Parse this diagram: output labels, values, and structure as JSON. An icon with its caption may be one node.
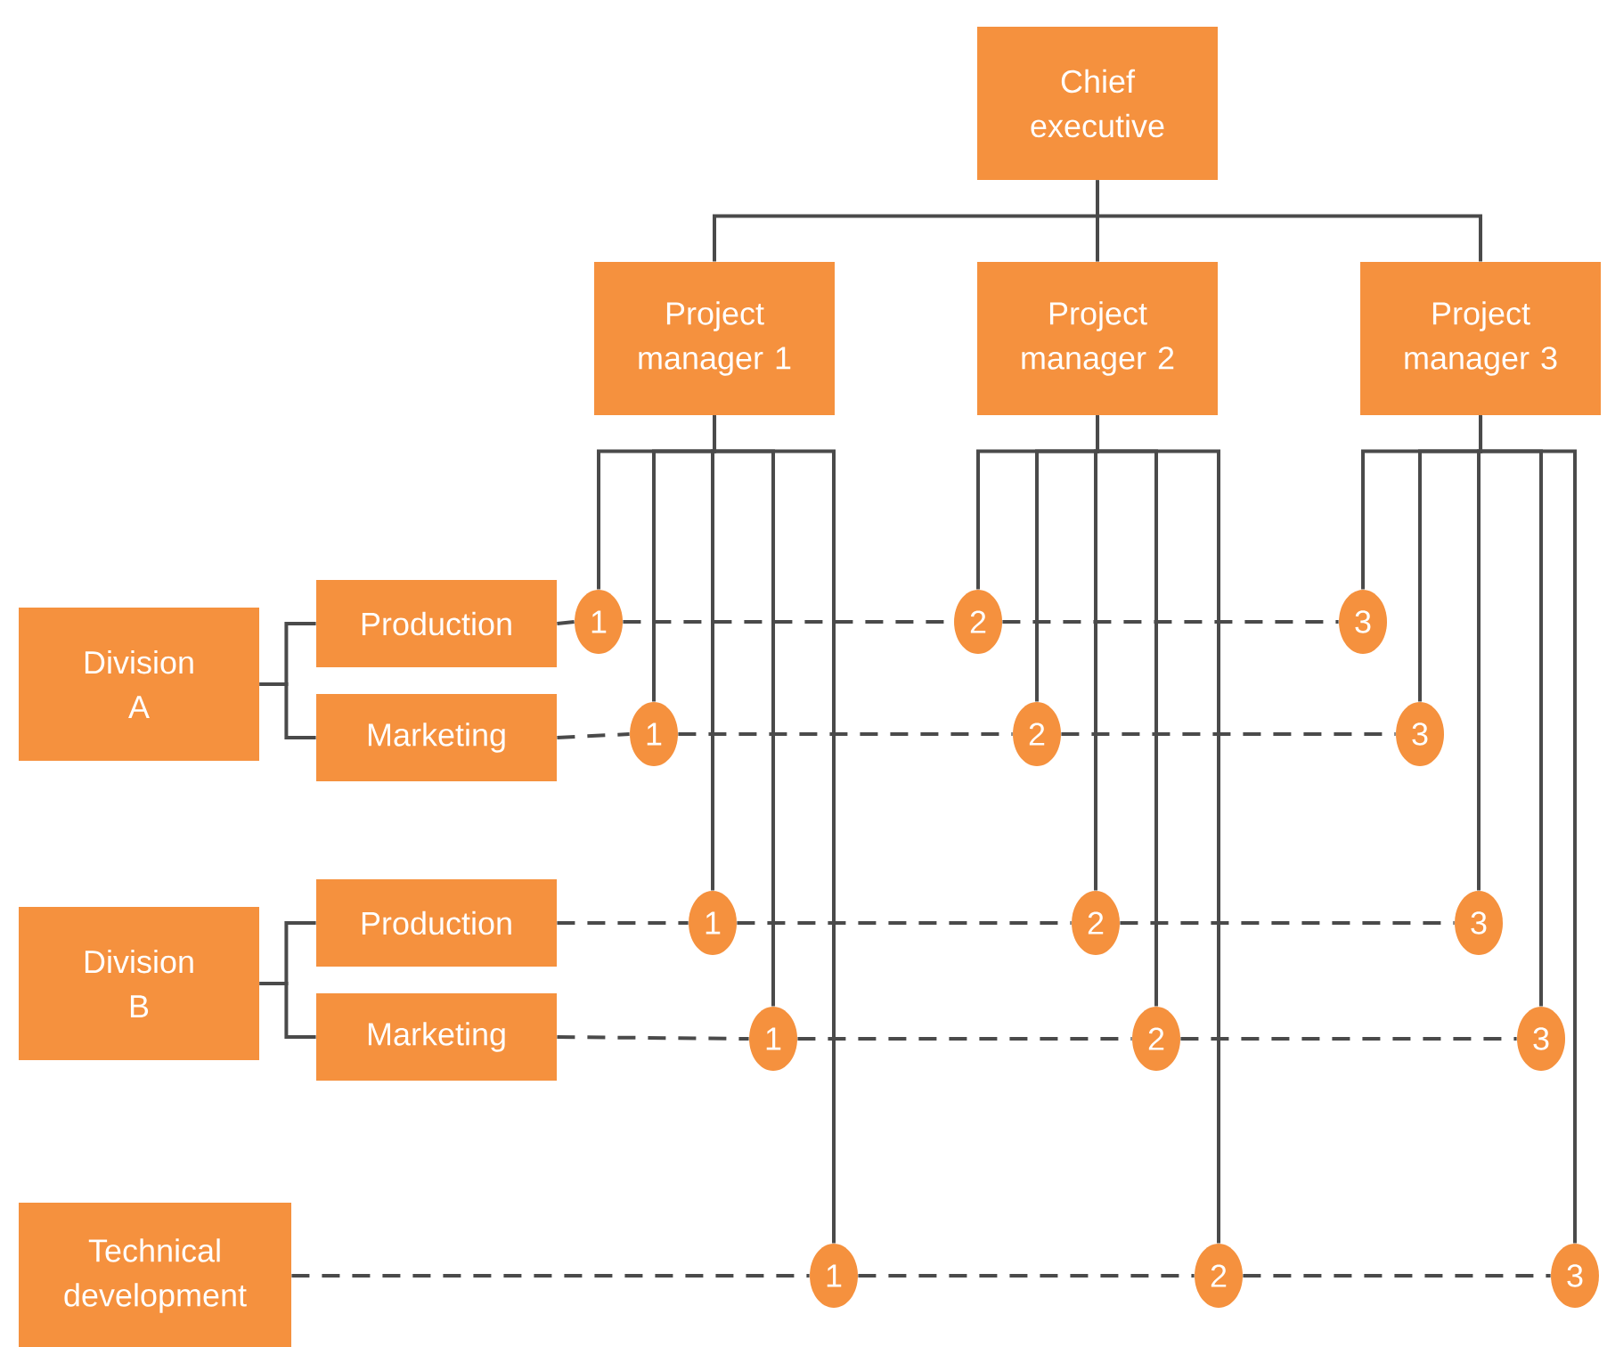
{
  "diagram": {
    "nodes": [
      {
        "text": [
          "Chief executive"
        ]
      },
      {
        "text": [
          "Project manager 1"
        ]
      },
      {
        "text": [
          "Project manager 2"
        ]
      },
      {
        "text": [
          "Project manager 3"
        ]
      },
      {
        "text": [
          "Division A"
        ]
      },
      {
        "text": [
          "Production"
        ]
      },
      {
        "text": [
          "Marketing"
        ]
      },
      {
        "text": [
          "Division B"
        ]
      },
      {
        "text": [
          "Production"
        ]
      },
      {
        "text": [
          "Marketing"
        ]
      },
      {
        "text": [
          "Technical development"
        ]
      },
      {
        "text": [
          "1"
        ]
      },
      {
        "text": [
          "2"
        ]
      },
      {
        "text": [
          "3"
        ]
      },
      {
        "text": [
          "1"
        ]
      },
      {
        "text": [
          "2"
        ]
      },
      {
        "text": [
          "3"
        ]
      },
      {
        "text": [
          "1"
        ]
      },
      {
        "text": [
          "2"
        ]
      },
      {
        "text": [
          "3"
        ]
      },
      {
        "text": [
          "1"
        ]
      },
      {
        "text": [
          "2"
        ]
      },
      {
        "text": [
          "3"
        ]
      },
      {
        "text": [
          "1"
        ]
      },
      {
        "text": [
          "2"
        ]
      },
      {
        "text": [
          "3"
        ]
      }
    ],
    "edges": [
      {
        "from": 0,
        "to": 1,
        "arrow": "none"
      },
      {
        "from": 0,
        "to": 2,
        "arrow": "none"
      },
      {
        "from": 0,
        "to": 3,
        "arrow": "none"
      },
      {
        "from": 1,
        "to": 11,
        "arrow": "none"
      },
      {
        "from": 1,
        "to": 14,
        "arrow": "none"
      },
      {
        "from": 1,
        "to": 17,
        "arrow": "none"
      },
      {
        "from": 1,
        "to": 20,
        "arrow": "none"
      },
      {
        "from": 1,
        "to": 23,
        "arrow": "none"
      },
      {
        "from": 2,
        "to": 12,
        "arrow": "none"
      },
      {
        "from": 2,
        "to": 15,
        "arrow": "none"
      },
      {
        "from": 2,
        "to": 18,
        "arrow": "none"
      },
      {
        "from": 2,
        "to": 21,
        "arrow": "none"
      },
      {
        "from": 2,
        "to": 24,
        "arrow": "none"
      },
      {
        "from": 3,
        "to": 13,
        "arrow": "none"
      },
      {
        "from": 3,
        "to": 16,
        "arrow": "none"
      },
      {
        "from": 3,
        "to": 19,
        "arrow": "none"
      },
      {
        "from": 3,
        "to": 22,
        "arrow": "none"
      },
      {
        "from": 3,
        "to": 25,
        "arrow": "none"
      },
      {
        "from": 4,
        "to": 5,
        "arrow": "none"
      },
      {
        "from": 4,
        "to": 6,
        "arrow": "none"
      },
      {
        "from": 7,
        "to": 8,
        "arrow": "none"
      },
      {
        "from": 7,
        "to": 9,
        "arrow": "none"
      },
      {
        "from": 5,
        "to": 11,
        "arrow": "none",
        "style": "dashed"
      },
      {
        "from": 11,
        "to": 12,
        "arrow": "none",
        "style": "dashed"
      },
      {
        "from": 12,
        "to": 13,
        "arrow": "none",
        "style": "dashed"
      },
      {
        "from": 6,
        "to": 14,
        "arrow": "none",
        "style": "dashed"
      },
      {
        "from": 14,
        "to": 15,
        "arrow": "none",
        "style": "dashed"
      },
      {
        "from": 15,
        "to": 16,
        "arrow": "none",
        "style": "dashed"
      },
      {
        "from": 8,
        "to": 17,
        "arrow": "none",
        "style": "dashed"
      },
      {
        "from": 17,
        "to": 18,
        "arrow": "none",
        "style": "dashed"
      },
      {
        "from": 18,
        "to": 19,
        "arrow": "none",
        "style": "dashed"
      },
      {
        "from": 9,
        "to": 20,
        "arrow": "none",
        "style": "dashed"
      },
      {
        "from": 20,
        "to": 21,
        "arrow": "none",
        "style": "dashed"
      },
      {
        "from": 21,
        "to": 22,
        "arrow": "none",
        "style": "dashed"
      },
      {
        "from": 10,
        "to": 23,
        "arrow": "none",
        "style": "dashed"
      },
      {
        "from": 23,
        "to": 24,
        "arrow": "none",
        "style": "dashed"
      },
      {
        "from": 24,
        "to": 25,
        "arrow": "none",
        "style": "dashed"
      }
    ]
  }
}
